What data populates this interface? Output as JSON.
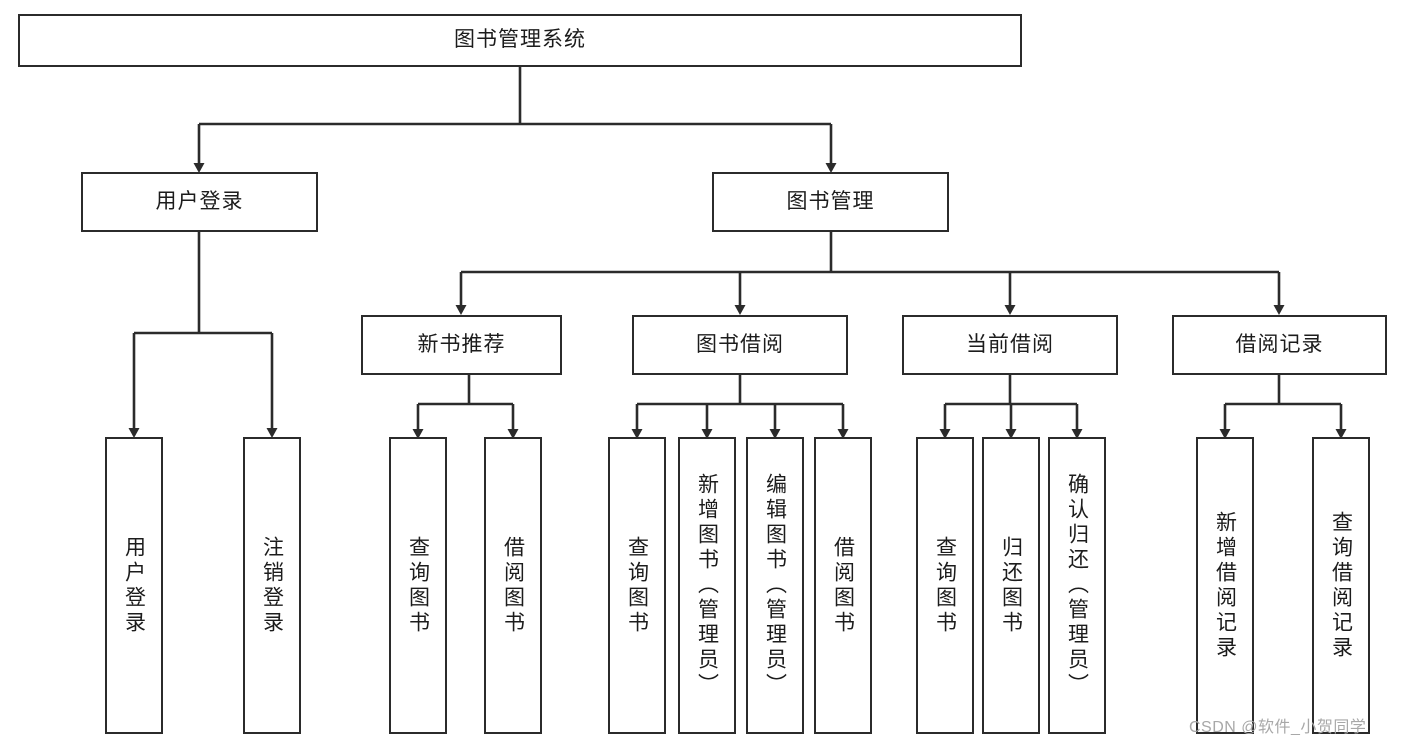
{
  "diagram": {
    "title": "图书管理系统",
    "type": "tree",
    "watermark": "CSDN @软件_小贺同学",
    "colors": {
      "background": "#ffffff",
      "box_border": "#2b2b2b",
      "box_fill": "#ffffff",
      "text": "#1c1c1c",
      "edge": "#2b2b2b",
      "watermark": "#a8a8a8"
    },
    "root": {
      "id": "root",
      "label": "图书管理系统"
    },
    "level1": [
      {
        "id": "user-login",
        "label": "用户登录"
      },
      {
        "id": "book-manage",
        "label": "图书管理"
      }
    ],
    "level2": [
      {
        "id": "new-book-recommend",
        "label": "新书推荐",
        "parent": "book-manage"
      },
      {
        "id": "book-borrow",
        "label": "图书借阅",
        "parent": "book-manage"
      },
      {
        "id": "current-borrow",
        "label": "当前借阅",
        "parent": "book-manage"
      },
      {
        "id": "borrow-record",
        "label": "借阅记录",
        "parent": "book-manage"
      }
    ],
    "leaves": [
      {
        "id": "leaf-user-login",
        "label": "用户登录",
        "parent": "user-login"
      },
      {
        "id": "leaf-user-logout",
        "label": "注销登录",
        "parent": "user-login"
      },
      {
        "id": "leaf-query-book-1",
        "label": "查询图书",
        "parent": "new-book-recommend"
      },
      {
        "id": "leaf-borrow-book-1",
        "label": "借阅图书",
        "parent": "new-book-recommend"
      },
      {
        "id": "leaf-query-book-2",
        "label": "查询图书",
        "parent": "book-borrow"
      },
      {
        "id": "leaf-add-book",
        "label": "新增图书（管理员）",
        "parent": "book-borrow"
      },
      {
        "id": "leaf-edit-book",
        "label": "编辑图书（管理员）",
        "parent": "book-borrow"
      },
      {
        "id": "leaf-borrow-book-2",
        "label": "借阅图书",
        "parent": "book-borrow"
      },
      {
        "id": "leaf-query-book-3",
        "label": "查询图书",
        "parent": "current-borrow"
      },
      {
        "id": "leaf-return-book",
        "label": "归还图书",
        "parent": "current-borrow"
      },
      {
        "id": "leaf-confirm-return",
        "label": "确认归还（管理员）",
        "parent": "current-borrow"
      },
      {
        "id": "leaf-add-record",
        "label": "新增借阅记录",
        "parent": "borrow-record"
      },
      {
        "id": "leaf-query-record",
        "label": "查询借阅记录",
        "parent": "borrow-record"
      }
    ]
  }
}
